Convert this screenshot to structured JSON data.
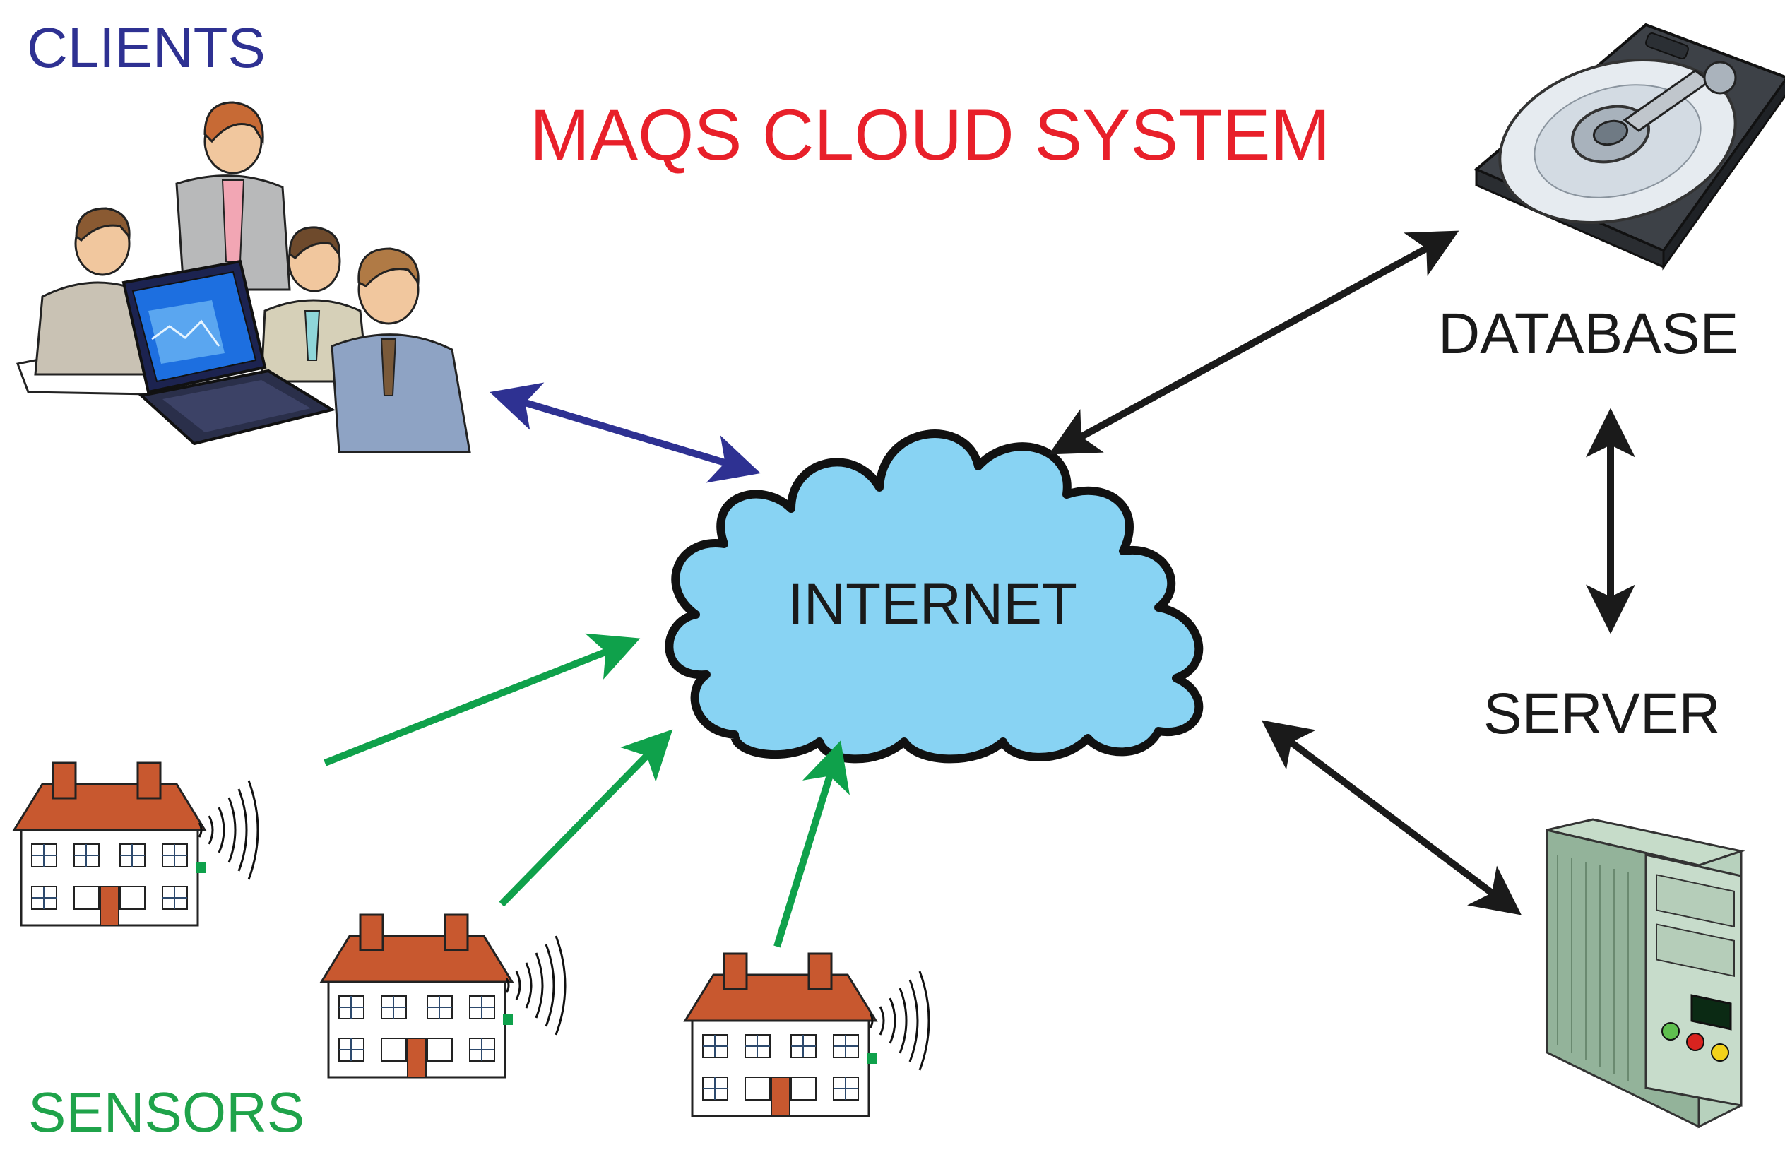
{
  "title": "MAQS CLOUD SYSTEM",
  "nodes": {
    "clients": "CLIENTS",
    "sensors": "SENSORS",
    "internet": "INTERNET",
    "database": "DATABASE",
    "server": "SERVER"
  },
  "colors": {
    "title": "#e8202a",
    "clients": "#2e3192",
    "sensors": "#1fa34a",
    "cloud_fill": "#88d3f3",
    "arrow_black": "#1a1a1a",
    "arrow_navy": "#2e3192",
    "arrow_green": "#0fa14b"
  },
  "icons": {
    "clients": "people-with-laptop",
    "database": "hard-drive",
    "server": "tower-computer",
    "sensors": "house-with-wireless-signal",
    "internet": "cloud"
  }
}
